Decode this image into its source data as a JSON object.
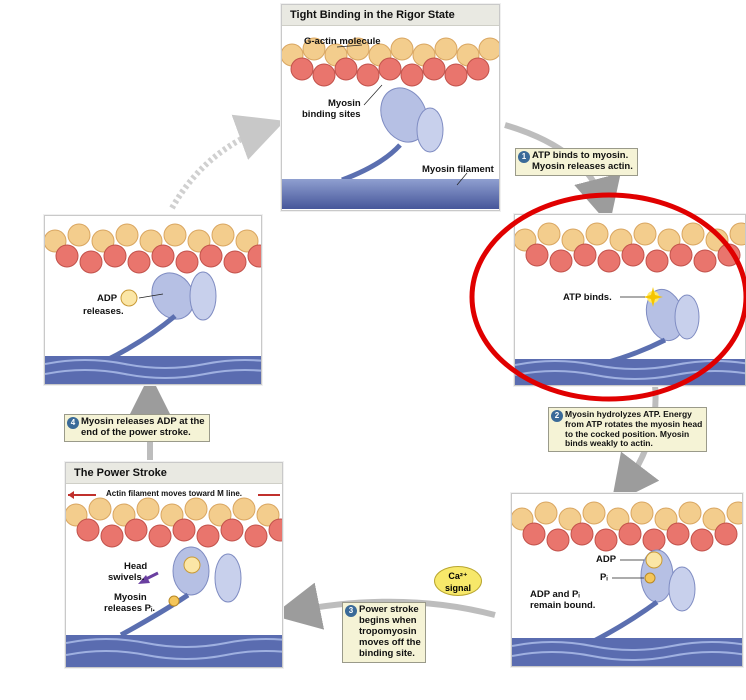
{
  "panels": {
    "rigor": {
      "title": "Tight Binding in the Rigor State",
      "g_actin_label": "G-actin molecule",
      "binding_sites_label_1": "Myosin",
      "binding_sites_label_2": "binding sites",
      "filament_label": "Myosin filament"
    },
    "atp_binds": {
      "atp_label": "ATP binds."
    },
    "adp_released": {
      "adp_label": "ADP",
      "releases_label": "releases."
    },
    "power_stroke": {
      "title": "The Power Stroke",
      "actin_moves": "Actin filament moves toward M line.",
      "head_label_1": "Head",
      "head_label_2": "swivels.",
      "myosin_label_1": "Myosin",
      "myosin_label_2": "releases Pᵢ."
    },
    "cocked": {
      "adp_label": "ADP",
      "pi_label": "Pᵢ",
      "remain_1": "ADP and Pᵢ",
      "remain_2": "remain bound."
    }
  },
  "steps": {
    "s1": {
      "number": "1",
      "line1": "ATP binds to myosin.",
      "line2": "Myosin releases actin."
    },
    "s2": {
      "number": "2",
      "line1": "Myosin hydrolyzes ATP. Energy",
      "line2": "from ATP rotates the myosin head",
      "line3": "to the cocked position. Myosin",
      "line4": "binds weakly to actin."
    },
    "s3": {
      "number": "3",
      "line1": "Power stroke",
      "line2": "begins when",
      "line3": "tropomyosin",
      "line4": "moves off the",
      "line5": "binding site."
    },
    "s4": {
      "number": "4",
      "line1": "Myosin releases ADP at the",
      "line2": "end of the power stroke."
    }
  },
  "ca_signal": {
    "line1": "Ca²⁺",
    "line2": "signal"
  },
  "colors": {
    "actin_light": "#f6d08e",
    "actin_red": "#e87870",
    "myosin_head": "#b3bde0",
    "myosin_filament": "#5b6fb0",
    "highlight_ellipse": "#e00000",
    "ca_signal": "#f7e86a"
  }
}
